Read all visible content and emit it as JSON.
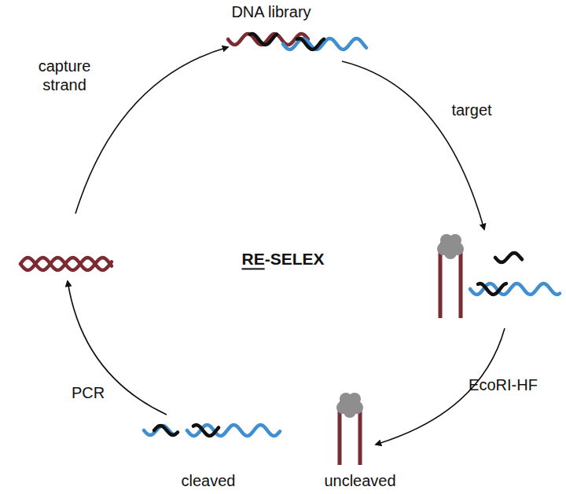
{
  "diagram": {
    "labels": [
      "DNA library",
      "target",
      "EcoRI-HF",
      "uncleaved",
      "cleaved",
      "PCR",
      "capture strand",
      "RE-SELEX"
    ]
  }
}
